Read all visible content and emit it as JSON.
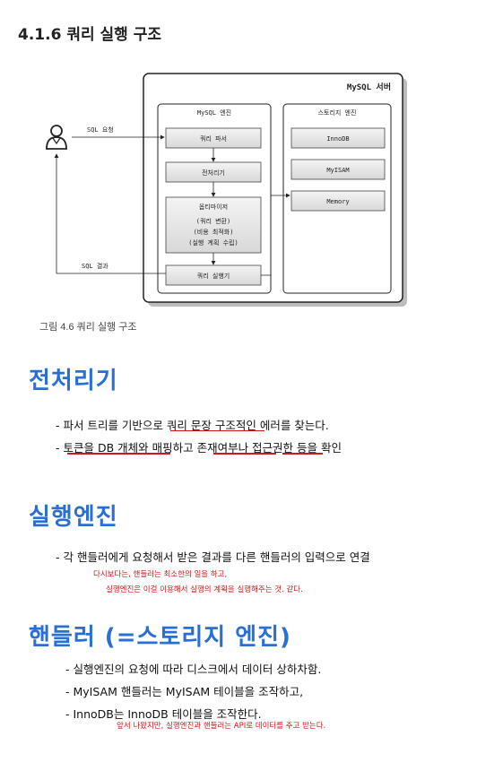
{
  "section_title": "4.1.6 쿼리 실행 구조",
  "diagram": {
    "server_label": "MySQL 서버",
    "engine_label": "MySQL 엔진",
    "storage_label": "스토리지 엔진",
    "user_icon": "user-icon",
    "sql_request": "SQL 요청",
    "sql_result": "SQL 결과",
    "parser": "쿼리 파서",
    "preprocessor": "전처리기",
    "optimizer_title": "옵티마이저",
    "optimizer_lines": [
      "(쿼리 변환)",
      "(비용 최적화)",
      "(실행 계획 수립)"
    ],
    "executor": "쿼리 실행기",
    "storage_engines": [
      "InnoDB",
      "MyISAM",
      "Memory"
    ]
  },
  "caption": "그림 4.6 쿼리 실행 구조",
  "notes": {
    "preprocessor": {
      "heading": "전처리기",
      "lines": [
        "- 파서 트리를 기반으로 쿼리 문장 구조적인 에러를 찾는다.",
        "- 토큰을 DB 개체와 매핑하고 존재여부나 접근권한 등을 확인"
      ]
    },
    "execution_engine": {
      "heading": "실행엔진",
      "lines": [
        "- 각 핸들러에게 요청해서 받은 결과를 다른 핸들러의 입력으로 연결"
      ],
      "red_notes": [
        "다시보다는, 핸들러는 최소한의 일을 하고,",
        "실행엔진은 이걸 이용해서 실행의 계획을 실행해주는 것. 같다."
      ]
    },
    "handler": {
      "heading": "핸들러 (=스토리지 엔진)",
      "lines": [
        "- 실행엔진의 요청에 따라 디스크에서 데이터 상하차함.",
        "- MyISAM 핸들러는 MyISAM 테이블을 조작하고,",
        "- InnoDB는 InnoDB 테이블을 조작한다."
      ],
      "red_notes": [
        "앞서 나왔지만, 실행엔진과 핸들러는 API로 데이터를 주고 받는다."
      ]
    }
  }
}
